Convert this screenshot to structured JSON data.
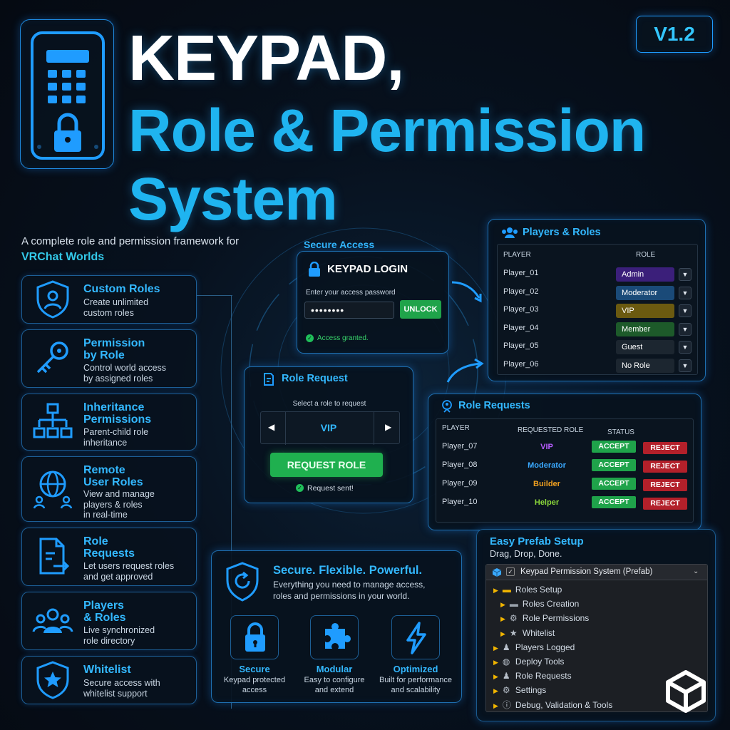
{
  "version": "V1.2",
  "title": {
    "line1": "KEYPAD,",
    "line2": "Role & Permission",
    "line3": "System"
  },
  "subtitle": {
    "text": "A complete role and permission framework for",
    "highlight": "VRChat Worlds"
  },
  "features": [
    {
      "icon": "shield-user-icon",
      "title1": "Custom Roles",
      "title2": "",
      "desc": [
        "Create unlimited",
        "custom roles"
      ]
    },
    {
      "icon": "key-icon",
      "title1": "Permission",
      "title2": "by Role",
      "desc": [
        "Control world access",
        "by assigned roles"
      ]
    },
    {
      "icon": "hierarchy-icon",
      "title1": "Inheritance",
      "title2": "Permissions",
      "desc": [
        "Parent-child role",
        "inheritance"
      ]
    },
    {
      "icon": "globe-users-icon",
      "title1": "Remote",
      "title2": "User Roles",
      "desc": [
        "View and manage",
        "players & roles",
        "in real-time"
      ]
    },
    {
      "icon": "document-arrow-icon",
      "title1": "Role",
      "title2": "Requests",
      "desc": [
        "Let users request roles",
        "and get approved"
      ]
    },
    {
      "icon": "group-icon",
      "title1": "Players",
      "title2": "& Roles",
      "desc": [
        "Live synchronized",
        "role directory"
      ]
    },
    {
      "icon": "shield-star-icon",
      "title1": "Whitelist",
      "title2": "",
      "desc": [
        "Secure access with",
        "whitelist support"
      ]
    }
  ],
  "secure_access": {
    "heading": "Secure Access",
    "title": "KEYPAD LOGIN",
    "prompt": "Enter your access password",
    "password_value": "••••••••",
    "unlock_label": "UNLOCK",
    "status": "Access granted."
  },
  "players_roles": {
    "title": "Players & Roles",
    "col_player": "PLAYER",
    "col_role": "ROLE",
    "rows": [
      {
        "player": "Player_01",
        "role": "Admin",
        "color": "#3b1f7a"
      },
      {
        "player": "Player_02",
        "role": "Moderator",
        "color": "#1a4a78"
      },
      {
        "player": "Player_03",
        "role": "VIP",
        "color": "#6b5a10"
      },
      {
        "player": "Player_04",
        "role": "Member",
        "color": "#1d5a2a"
      },
      {
        "player": "Player_05",
        "role": "Guest",
        "color": "#1c2630"
      },
      {
        "player": "Player_06",
        "role": "No Role",
        "color": "#1c2630"
      }
    ]
  },
  "role_request": {
    "title": "Role Request",
    "prompt": "Select a role to request",
    "selected": "VIP",
    "button": "REQUEST ROLE",
    "status": "Request sent!"
  },
  "role_requests": {
    "title": "Role Requests",
    "col_player": "PLAYER",
    "col_role": "REQUESTED ROLE",
    "col_status": "STATUS",
    "accept": "ACCEPT",
    "reject": "REJECT",
    "rows": [
      {
        "player": "Player_07",
        "role": "VIP",
        "color": "#b65cff"
      },
      {
        "player": "Player_08",
        "role": "Moderator",
        "color": "#3aa9ff"
      },
      {
        "player": "Player_09",
        "role": "Builder",
        "color": "#f0a020"
      },
      {
        "player": "Player_10",
        "role": "Helper",
        "color": "#8ad63a"
      }
    ]
  },
  "bottom_card": {
    "title": "Secure. Flexible. Powerful.",
    "desc1": "Everything you need to manage access,",
    "desc2": "roles and permissions in your world.",
    "pillars": [
      {
        "icon": "lock-icon",
        "title": "Secure",
        "desc1": "Keypad protected",
        "desc2": "access"
      },
      {
        "icon": "puzzle-icon",
        "title": "Modular",
        "desc1": "Easy to configure",
        "desc2": "and extend"
      },
      {
        "icon": "lightning-icon",
        "title": "Optimized",
        "desc1": "Built for performance",
        "desc2": "and scalability"
      }
    ]
  },
  "prefab": {
    "title": "Easy Prefab Setup",
    "subtitle": "Drag, Drop, Done.",
    "root": "Keypad Permission System (Prefab)",
    "items": [
      {
        "label": "Roles Setup",
        "indent": 0,
        "icon": "folder-icon"
      },
      {
        "label": "Roles Creation",
        "indent": 1,
        "icon": "folder-gray-icon"
      },
      {
        "label": "Role Permissions",
        "indent": 1,
        "icon": "gear-icon"
      },
      {
        "label": "Whitelist",
        "indent": 1,
        "icon": "star-icon"
      },
      {
        "label": "Players Logged",
        "indent": 0,
        "icon": "person-icon"
      },
      {
        "label": "Deploy Tools",
        "indent": 0,
        "icon": "globe-icon"
      },
      {
        "label": "Role Requests",
        "indent": 0,
        "icon": "people-icon"
      },
      {
        "label": "Settings",
        "indent": 0,
        "icon": "gear-icon"
      },
      {
        "label": "Debug, Validation & Tools",
        "indent": 0,
        "icon": "info-icon"
      }
    ]
  }
}
